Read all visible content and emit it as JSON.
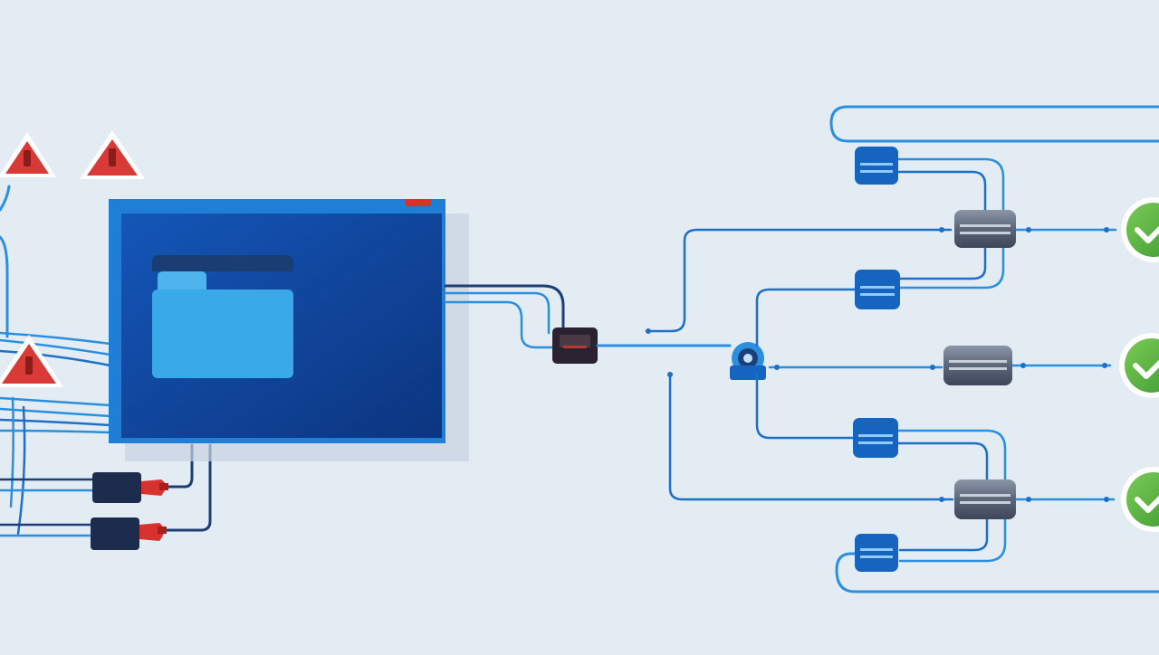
{
  "colors": {
    "background": "#e3ebf3",
    "wire_light": "#2b8fe0",
    "wire_dark": "#1d3f78",
    "panel_frame": "#1f7fd6",
    "panel_fill": "#0e3f96",
    "folder": "#3aa9ea",
    "folder_tab": "#1a3d73",
    "warning": "#d93a35",
    "connector_red": "#d8322e",
    "success": "#5cb946",
    "node_blue": "#1565c0",
    "switch_gray": "#5e6b7d"
  },
  "diagram": {
    "warnings": [
      {
        "name": "warning-1",
        "icon": "warning-triangle-icon"
      },
      {
        "name": "warning-2",
        "icon": "warning-triangle-icon"
      },
      {
        "name": "warning-3",
        "icon": "warning-triangle-icon"
      }
    ],
    "source_panel": {
      "icon": "folder-icon"
    },
    "status_checks": [
      {
        "name": "check-1",
        "icon": "check-circle-icon"
      },
      {
        "name": "check-2",
        "icon": "check-circle-icon"
      },
      {
        "name": "check-3",
        "icon": "check-circle-icon"
      }
    ],
    "relay_nodes": 5,
    "switches": 3
  }
}
